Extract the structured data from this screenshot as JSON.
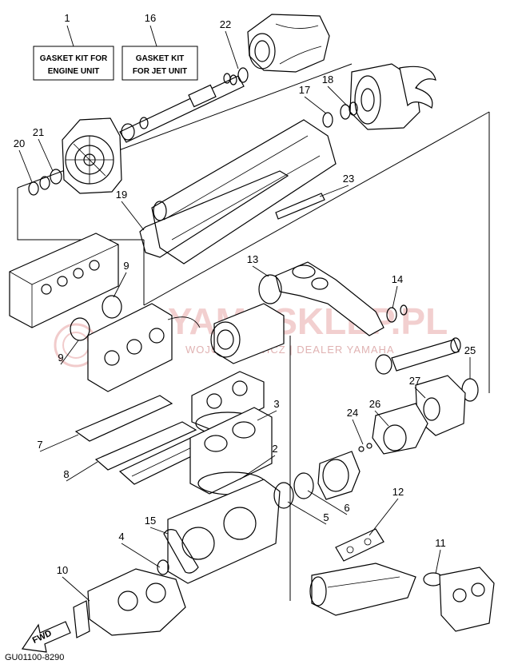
{
  "diagram_code": "GU01100-8290",
  "fwd_label": "FWD",
  "watermark": {
    "brand": "YAMASKLEP.PL",
    "subtitle": "WOJCIECHOWICZ | DEALER YAMAHA"
  },
  "kits": {
    "engine": {
      "number": "1",
      "line1": "GASKET KIT FOR",
      "line2": "ENGINE UNIT"
    },
    "jet": {
      "number": "16",
      "line1": "GASKET KIT",
      "line2": "FOR JET UNIT"
    }
  },
  "callouts": [
    "2",
    "3",
    "4",
    "5",
    "6",
    "7",
    "8",
    "9",
    "9",
    "10",
    "11",
    "12",
    "13",
    "14",
    "15",
    "17",
    "18",
    "19",
    "20",
    "21",
    "22",
    "23",
    "24",
    "25",
    "26",
    "27"
  ],
  "colors": {
    "line": "#000000",
    "watermark": "#e8a8a8",
    "background": "#ffffff"
  }
}
